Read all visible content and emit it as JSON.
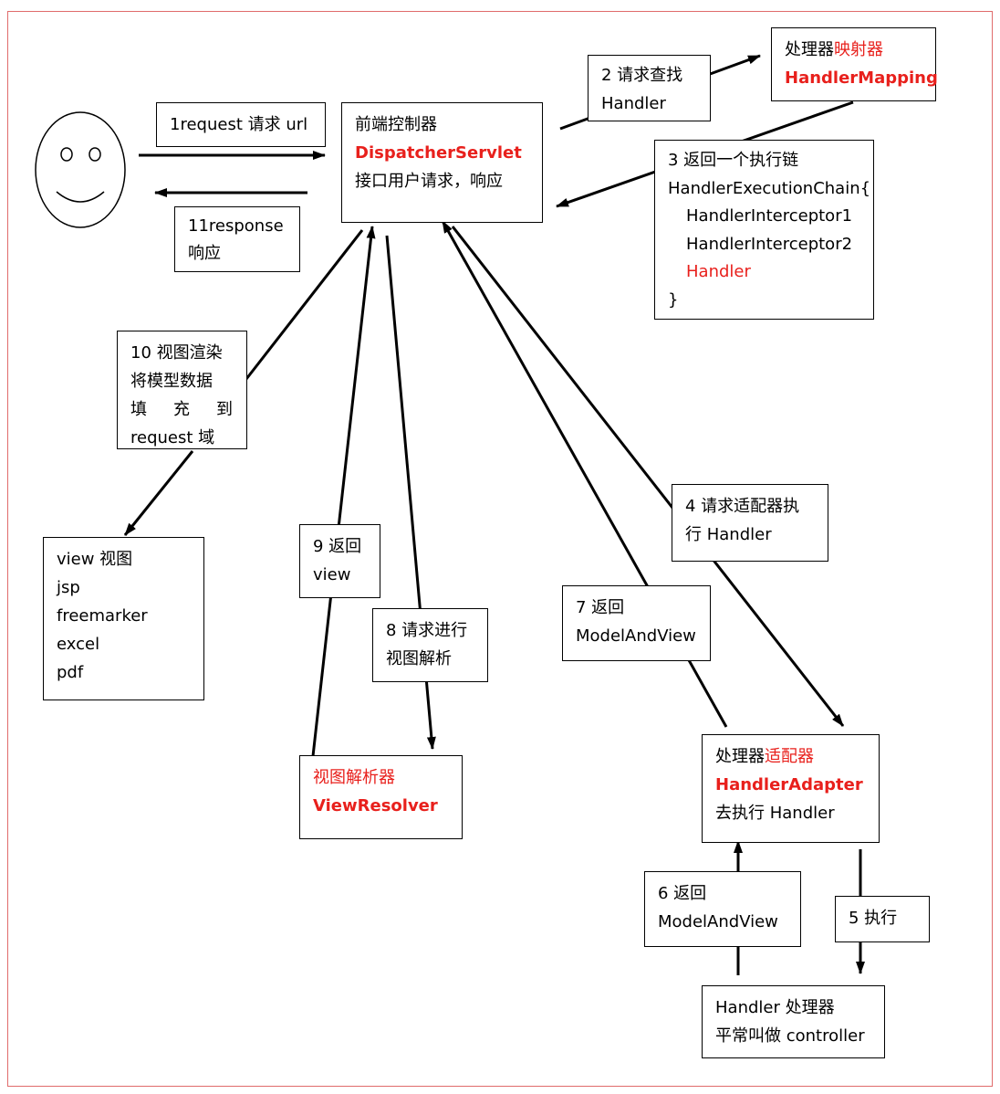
{
  "colors": {
    "accent_red": "#e8201c",
    "frame_border": "#e06b6b",
    "stroke": "#000000"
  },
  "user": {
    "icon": "smiley-face-icon"
  },
  "step1": {
    "text": "1request 请求  url"
  },
  "step11": {
    "line1": "11response",
    "line2": "响应"
  },
  "dispatcher": {
    "title": "前端控制器",
    "name": "DispatcherServlet",
    "desc": "接口用户请求，响应"
  },
  "step2": {
    "line1": "2  请求查找",
    "line2": "Handler"
  },
  "handler_mapping": {
    "title_plain": "处理器",
    "title_red": "映射器",
    "name": "HandlerMapping"
  },
  "step3": {
    "line1": "3 返回一个执行链",
    "line2": "HandlerExecutionChain{",
    "line3": "HandlerInterceptor1",
    "line4": "HandlerInterceptor2",
    "line5": "Handler",
    "line6": "}"
  },
  "step10": {
    "line1": "10 视图渲染",
    "line2": "将模型数据",
    "line3_chars": [
      "填",
      "充",
      "到"
    ],
    "line4": "request 域"
  },
  "view_types": {
    "line1": "view 视图",
    "items": [
      "jsp",
      "freemarker",
      "excel",
      "pdf"
    ]
  },
  "step9": {
    "line1": "9 返回",
    "line2": "view"
  },
  "step8": {
    "line1": "8 请求进行",
    "line2": "视图解析"
  },
  "view_resolver": {
    "title": "视图解析器",
    "name": "ViewResolver"
  },
  "step4": {
    "line1": "4 请求适配器执",
    "line2": "行 Handler"
  },
  "step7": {
    "line1": "7 返回",
    "line2": "ModelAndView"
  },
  "handler_adapter": {
    "title_plain": "处理器",
    "title_red": "适配器",
    "name": "HandlerAdapter",
    "desc": "去执行 Handler"
  },
  "step6": {
    "line1": "6 返回",
    "line2": "ModelAndView"
  },
  "step5": {
    "text": "5 执行"
  },
  "handler": {
    "line1": "Handler 处理器",
    "line2": "平常叫做 controller"
  }
}
